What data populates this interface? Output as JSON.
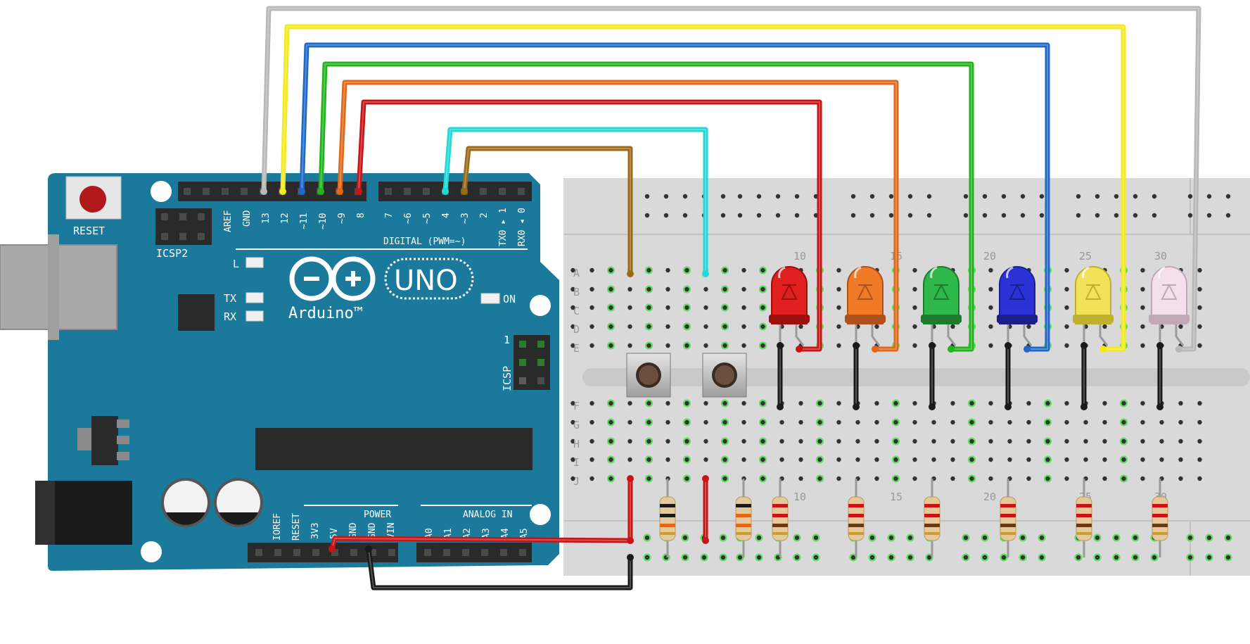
{
  "board": {
    "reset_label": "RESET",
    "icsp2_label": "ICSP2",
    "icsp_label": "ICSP",
    "icsp_pin_one": "1",
    "aref_label": "AREF",
    "gnd_label": "GND",
    "digital_pins": [
      "13",
      "12",
      "~11",
      "~10",
      "~9",
      "8",
      "7",
      "~6",
      "~5",
      "4",
      "~3",
      "2",
      "TX0 ▸ 1",
      "RX0 ◂ 0"
    ],
    "digital_label": "DIGITAL (PWM=~)",
    "led_l_label": "L",
    "led_tx_label": "TX",
    "led_rx_label": "RX",
    "on_label": "ON",
    "logo_text": "UNO",
    "brand_text": "Arduino™",
    "power_pins": [
      "IOREF",
      "RESET",
      "3V3",
      "5V",
      "GND",
      "GND",
      "VIN"
    ],
    "power_label": "POWER",
    "analog_pins": [
      "A0",
      "A1",
      "A2",
      "A3",
      "A4",
      "A5"
    ],
    "analog_label": "ANALOG IN",
    "colors": {
      "pcb": "#1b7a9c",
      "header": "#2a2a2a",
      "usb": "#a9a9a9",
      "jack": "#1a1a1a"
    }
  },
  "breadboard": {
    "row_letters_top": [
      "A",
      "B",
      "C",
      "D",
      "E"
    ],
    "row_letters_bottom": [
      "F",
      "G",
      "H",
      "I",
      "J"
    ],
    "column_numbers_top": [
      "10",
      "15",
      "20",
      "25",
      "30"
    ],
    "column_numbers_bottom": [
      "10",
      "15",
      "20",
      "25",
      "30"
    ],
    "colors": {
      "body": "#d9d9d9",
      "hole": "#333333",
      "active": "#5fdc5f"
    }
  },
  "leds": [
    {
      "color": "#e02020",
      "dark": "#9c1010"
    },
    {
      "color": "#f07a28",
      "dark": "#b0501a"
    },
    {
      "color": "#2fb84a",
      "dark": "#1f7a30"
    },
    {
      "color": "#2a32d6",
      "dark": "#1a1f8a"
    },
    {
      "color": "#f2e25a",
      "dark": "#c0b030"
    },
    {
      "color": "#f3e0ea",
      "dark": "#c0a8b8"
    }
  ],
  "buttons": [
    {
      "type": "pushbutton"
    },
    {
      "type": "pushbutton"
    }
  ],
  "wires": {
    "white": "#b8b8b8",
    "yellow": "#f2ea20",
    "blue": "#2068c8",
    "green": "#22b41e",
    "orange": "#e06818",
    "red": "#c81414",
    "cyan": "#20d8d8",
    "brown": "#9a6a18",
    "black": "#1a1a1a"
  }
}
